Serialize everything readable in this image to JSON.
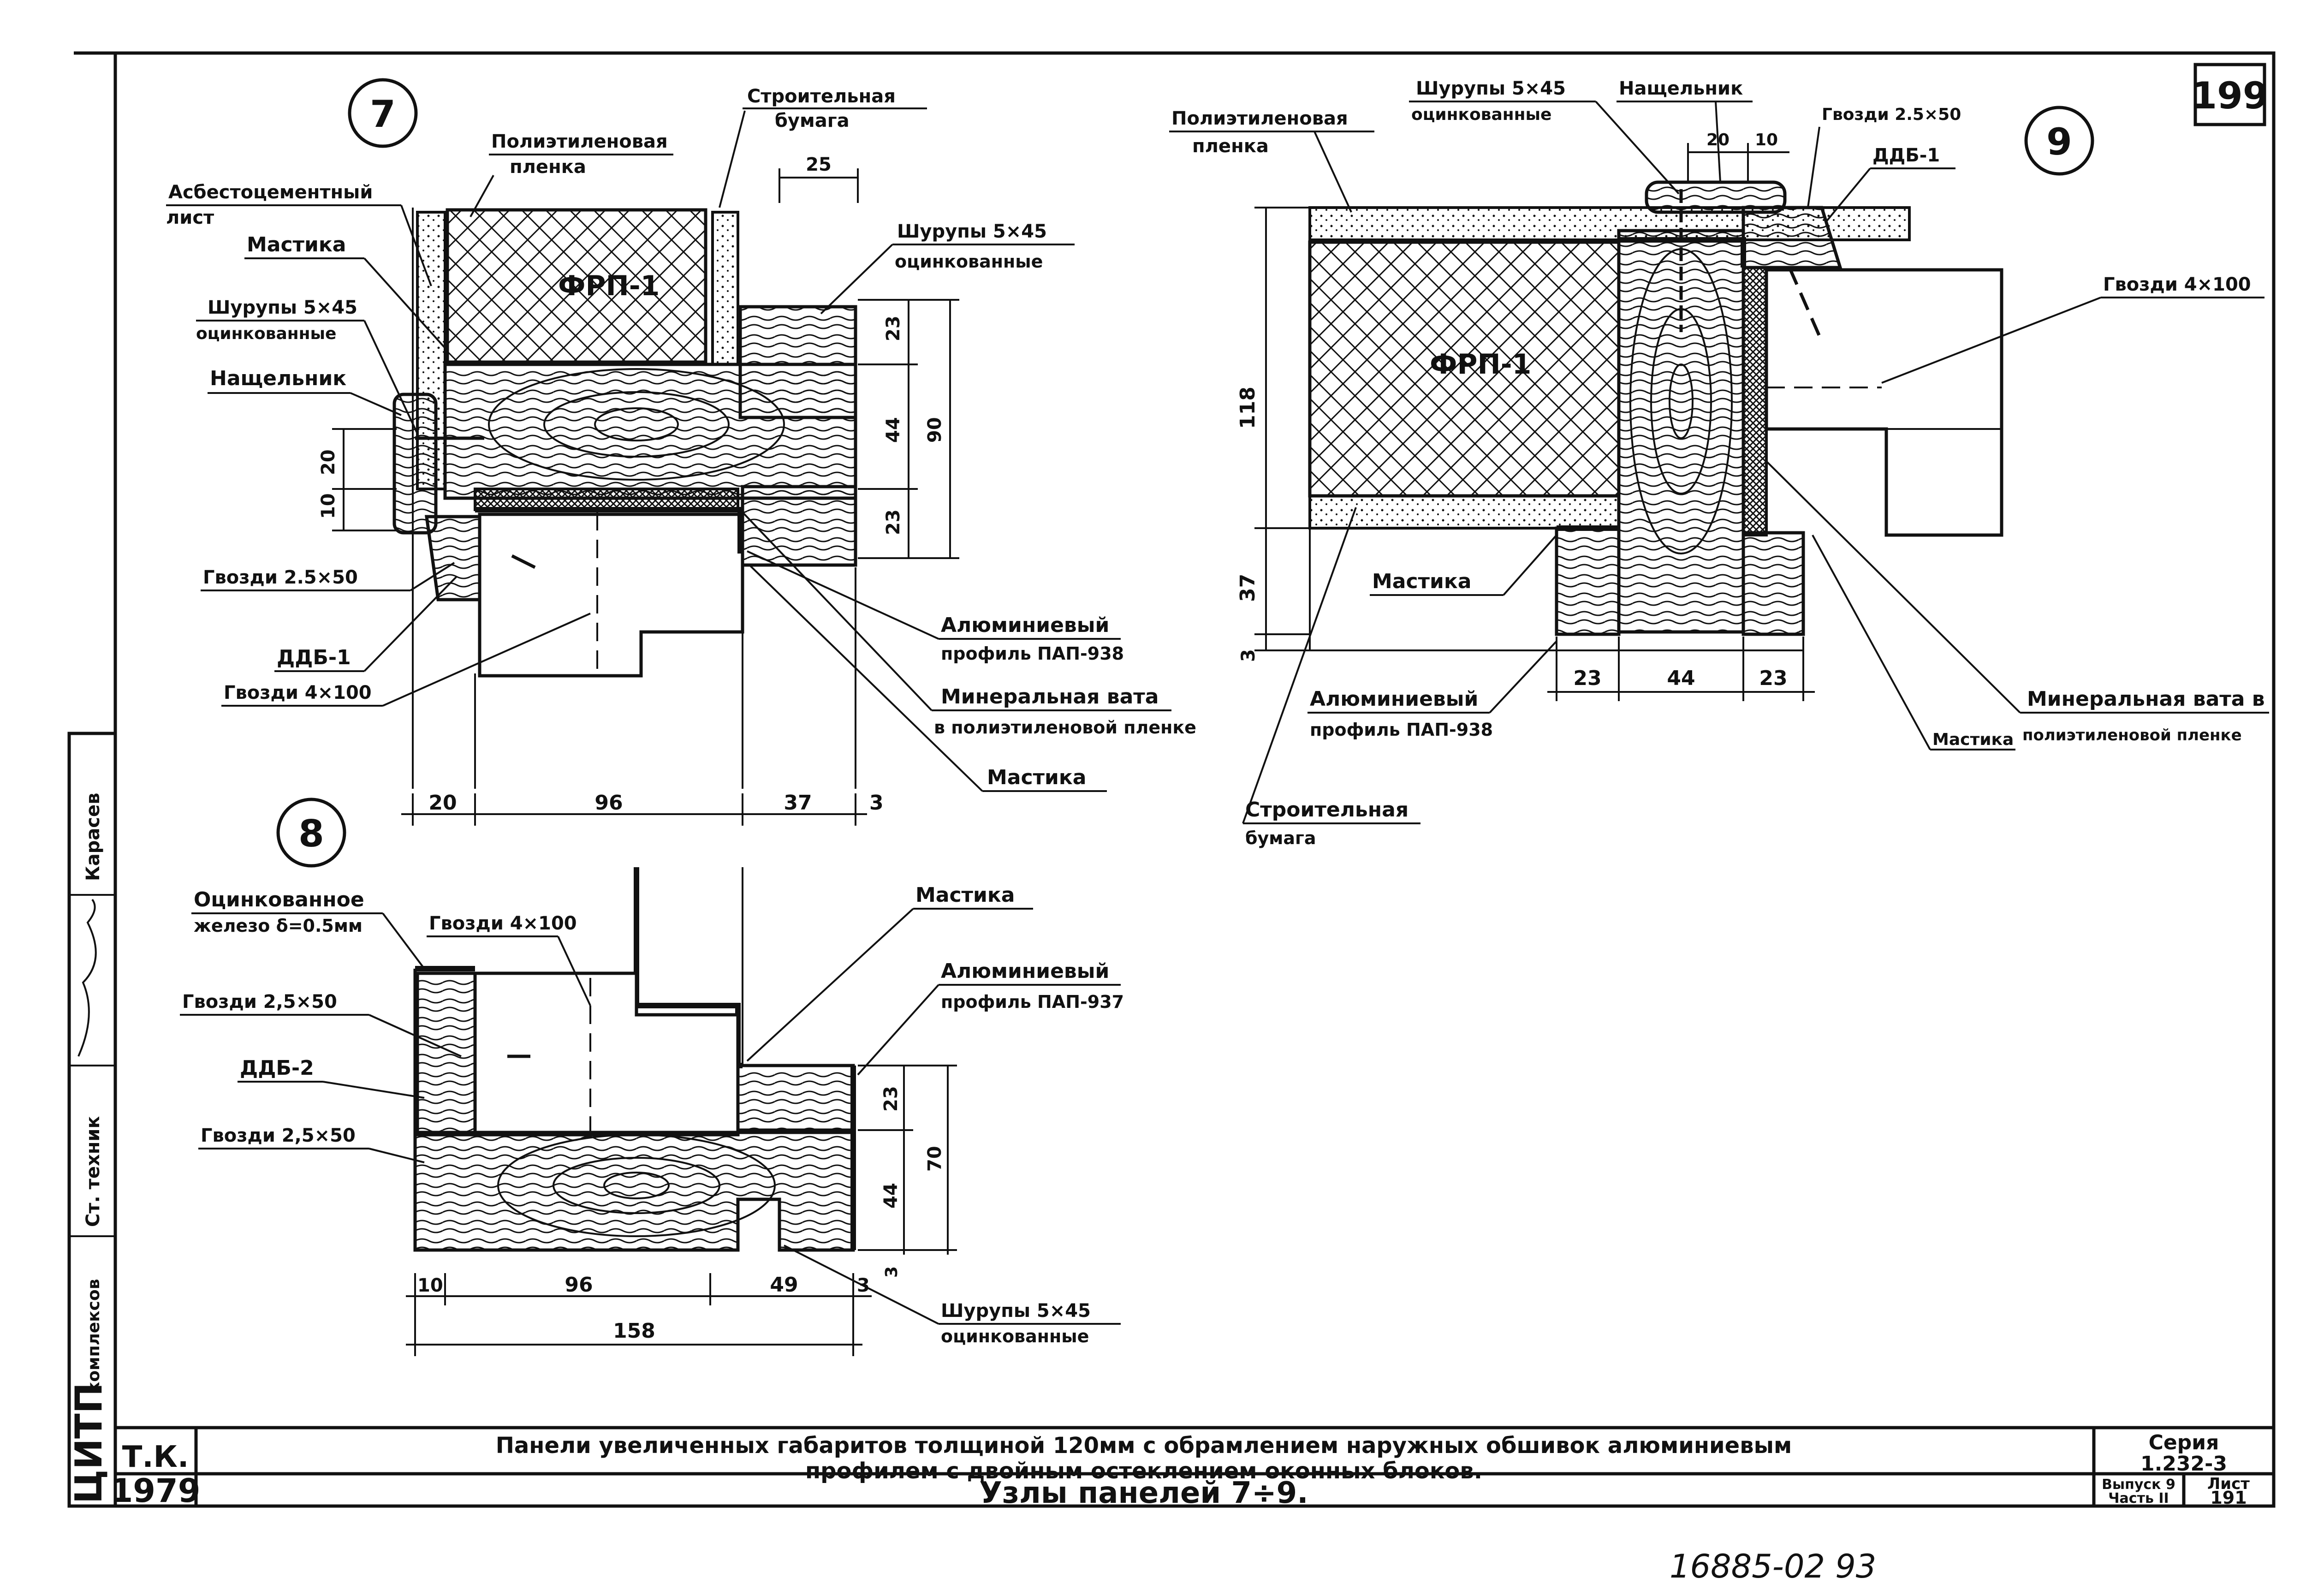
{
  "sheet": {
    "page_number": "199",
    "top_title_line1": "Панели увеличенных габаритов толщиной 120мм с обрамлением наружных обшивок алюминиевым",
    "top_title_line2": "профилем с двойным остеклением оконных блоков.",
    "subtitle": "Узлы панелей 7÷9.",
    "org_abbrev": "Т.К.",
    "year": "1979",
    "series_label": "Серия",
    "series_value": "1.232-3",
    "issue_label": "Выпуск 9",
    "part_label": "Часть II",
    "sheet_label": "Лист",
    "sheet_value": "191",
    "archive_number": "16885-02   93",
    "side_stamp": {
      "org": "ЦИТП",
      "dept": "комплексов",
      "role": "Ст. техник",
      "name": "Карасев"
    }
  },
  "node7": {
    "number": "7",
    "labels": {
      "polyethylene_film": [
        "Полиэтиленовая",
        "пленка"
      ],
      "building_paper": [
        "Строительная",
        "бумага"
      ],
      "asbestos_sheet": [
        "Асбестоцементный",
        "лист"
      ],
      "mastic_top": "Мастика",
      "screws_left": [
        "Шурупы 5×45",
        "оцинкованные"
      ],
      "screws_right": [
        "Шурупы 5×45",
        "оцинкованные"
      ],
      "cover_strip": "Нащельник",
      "nails_25": "Гвозди 2.5×50",
      "ddb1": "ДДБ-1",
      "nails_4": "Гвозди 4×100",
      "alu_profile": [
        "Алюминиевый",
        "профиль ПАП-938"
      ],
      "mineral_wool": [
        "Минеральная вата",
        "в полиэтиленовой пленке"
      ],
      "mastic_bottom": "Мастика",
      "fill_label": "ФРП-1"
    },
    "dims": {
      "top": "25",
      "v23a": "23",
      "v44": "44",
      "v23b": "23",
      "v90": "90",
      "h20": "20",
      "h10": "10",
      "b20": "20",
      "b96": "96",
      "b37": "37",
      "b3": "3"
    }
  },
  "node8": {
    "number": "8",
    "labels": {
      "galv_iron": [
        "Оцинкованное",
        "железо δ=0.5мм"
      ],
      "nails_4": "Гвозди 4×100",
      "nails_25a": "Гвозди 2,5×50",
      "ddb2": "ДДБ-2",
      "nails_25b": "Гвозди 2,5×50",
      "mastic": "Мастика",
      "alu_profile": [
        "Алюминиевый",
        "профиль ПАП-937"
      ],
      "screws": [
        "Шурупы 5×45",
        "оцинкованные"
      ]
    },
    "dims": {
      "v23": "23",
      "v44": "44",
      "v70": "70",
      "v3": "3",
      "b10": "10",
      "b96": "96",
      "b49": "49",
      "b3": "3",
      "total": "158"
    }
  },
  "node9": {
    "number": "9",
    "labels": {
      "polyethylene_film": [
        "Полиэтиленовая",
        "пленка"
      ],
      "screws": [
        "Шурупы 5×45",
        "оцинкованные"
      ],
      "cover_strip": "Нащельник",
      "nails_25": "Гвозди 2.5×50",
      "ddb1": "ДДБ-1",
      "nails_4": "Гвозди 4×100",
      "mastic_left": "Мастика",
      "alu_profile": [
        "Алюминиевый",
        "профиль ПАП-938"
      ],
      "building_paper": [
        "Строительная",
        "бумага"
      ],
      "mastic_right": "Мастика",
      "mineral_wool": [
        "Минеральная вата в",
        "полиэтиленовой пленке"
      ],
      "fill_label": "ФРП-1"
    },
    "dims": {
      "t20": "20",
      "t10": "10",
      "v118": "118",
      "v37": "37",
      "v3": "3",
      "b23a": "23",
      "b44": "44",
      "b23b": "23"
    }
  }
}
